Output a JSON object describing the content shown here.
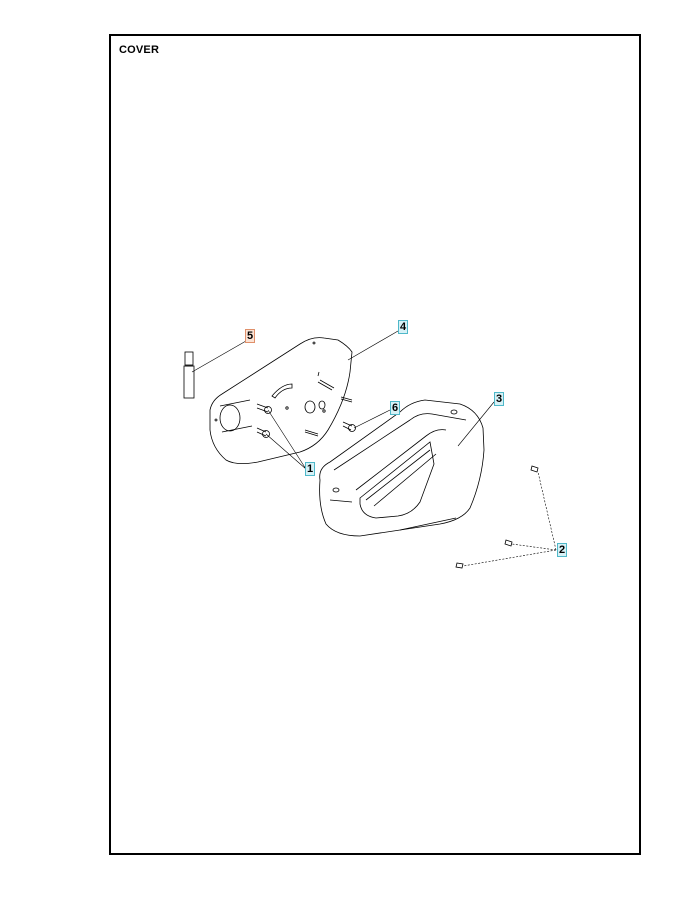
{
  "page": {
    "title": "COVER"
  },
  "callouts": [
    {
      "id": "1",
      "label": "1",
      "color": "blue"
    },
    {
      "id": "2",
      "label": "2",
      "color": "blue"
    },
    {
      "id": "3",
      "label": "3",
      "color": "blue"
    },
    {
      "id": "4",
      "label": "4",
      "color": "blue"
    },
    {
      "id": "5",
      "label": "5",
      "color": "orange"
    },
    {
      "id": "6",
      "label": "6",
      "color": "blue"
    }
  ],
  "colors": {
    "callout_blue_fill": "#d6f1f6",
    "callout_blue_border": "#4fb8c9",
    "callout_orange_fill": "#fbe3d5",
    "callout_orange_border": "#e0906a",
    "line": "#000000"
  }
}
